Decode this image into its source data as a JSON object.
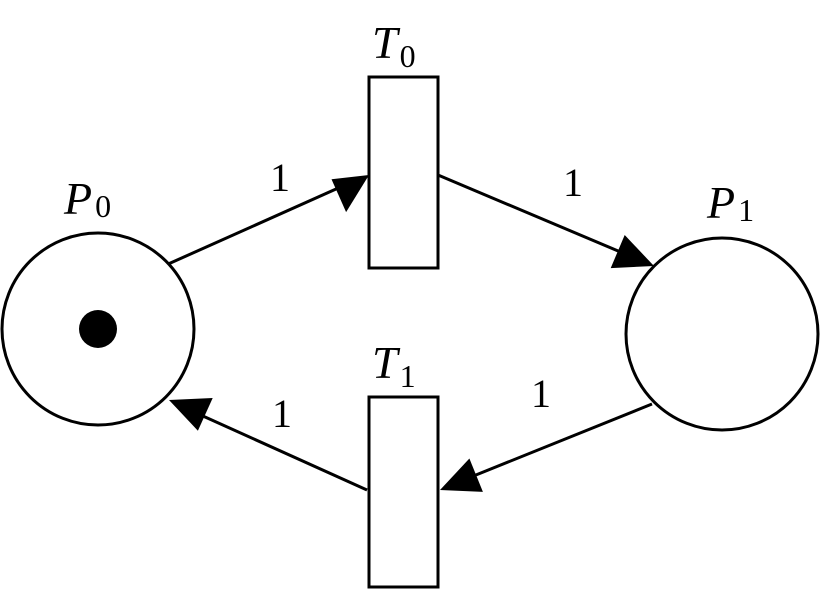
{
  "places": [
    {
      "id": "P0",
      "letter": "P",
      "index": "0",
      "tokens": 1
    },
    {
      "id": "P1",
      "letter": "P",
      "index": "1",
      "tokens": 0
    }
  ],
  "transitions": [
    {
      "id": "T0",
      "letter": "T",
      "index": "0"
    },
    {
      "id": "T1",
      "letter": "T",
      "index": "1"
    }
  ],
  "arcs": [
    {
      "from": "P0",
      "to": "T0",
      "weight": "1"
    },
    {
      "from": "T0",
      "to": "P1",
      "weight": "1"
    },
    {
      "from": "P1",
      "to": "T1",
      "weight": "1"
    },
    {
      "from": "T1",
      "to": "P0",
      "weight": "1"
    }
  ]
}
